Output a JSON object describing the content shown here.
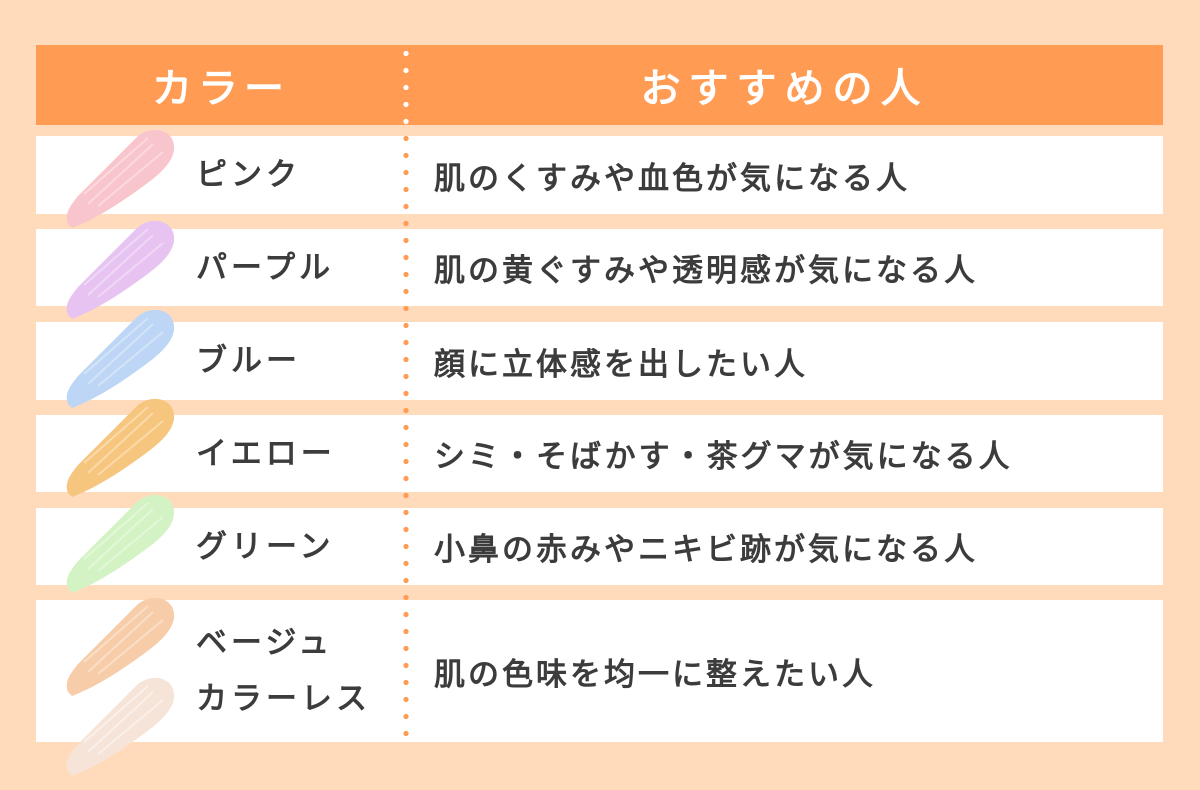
{
  "header": {
    "color_col": "カラー",
    "recommend_col": "おすすめの人"
  },
  "colors": {
    "accent": "#FF9B53",
    "background": "#FFDBBC",
    "row_bg": "#FFFFFF",
    "text": "#3C3C3C"
  },
  "rows": [
    {
      "label": "ピンク",
      "desc": "肌のくすみや血色が気になる人",
      "swatch": "pink-swatch",
      "swatch_color": "#F9C5CC"
    },
    {
      "label": "パープル",
      "desc": "肌の黄ぐすみや透明感が気になる人",
      "swatch": "purple-swatch",
      "swatch_color": "#E7C3F1"
    },
    {
      "label": "ブルー",
      "desc": "顔に立体感を出したい人",
      "swatch": "blue-swatch",
      "swatch_color": "#BDD6F5"
    },
    {
      "label": "イエロー",
      "desc": "シミ・そばかす・茶グマが気になる人",
      "swatch": "yellow-swatch",
      "swatch_color": "#F7C67E"
    },
    {
      "label": "グリーン",
      "desc": "小鼻の赤みやニキビ跡が気になる人",
      "swatch": "green-swatch",
      "swatch_color": "#D4F3C4"
    },
    {
      "label_line1": "ベージュ",
      "label_line2": "カラーレス",
      "desc": "肌の色味を均一に整えたい人",
      "swatch": "beige-swatch",
      "swatch_color": "#F7CDA9",
      "swatch2": "colorless-swatch",
      "swatch2_color": "#F6E4D8"
    }
  ]
}
